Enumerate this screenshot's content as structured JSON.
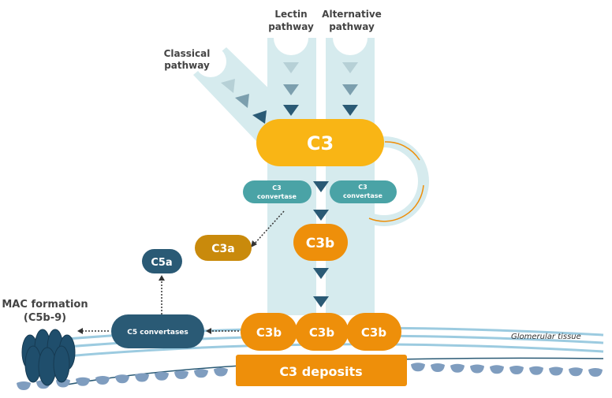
{
  "labels": {
    "classical": [
      "Classical",
      "pathway"
    ],
    "lectin": [
      "Lectin",
      "pathway"
    ],
    "alternative": [
      "Alternative",
      "pathway"
    ],
    "mac": [
      "MAC formation",
      "(C5b-9)"
    ],
    "tissue": "Glomerular tissue"
  },
  "nodes": {
    "c3": "C3",
    "convertase_left": [
      "C3",
      "convertase"
    ],
    "convertase_right": [
      "C3",
      "convertase"
    ],
    "c3b": "C3b",
    "c3a": "C3a",
    "c5a": "C5a",
    "c5_convertases": "C5 convertases",
    "c3b_deposits": [
      "C3b",
      "C3b",
      "C3b"
    ],
    "c3_deposits": "C3 deposits"
  },
  "colors": {
    "band": "#d6ebee",
    "c3": "#f9b515",
    "orange": "#ee8f0a",
    "c3a": "#c98a0c",
    "teal": "#4aa3a6",
    "navy": "#2a5a75",
    "membrane": "#9ccbe0",
    "podocyte": "#7f9dbf"
  }
}
